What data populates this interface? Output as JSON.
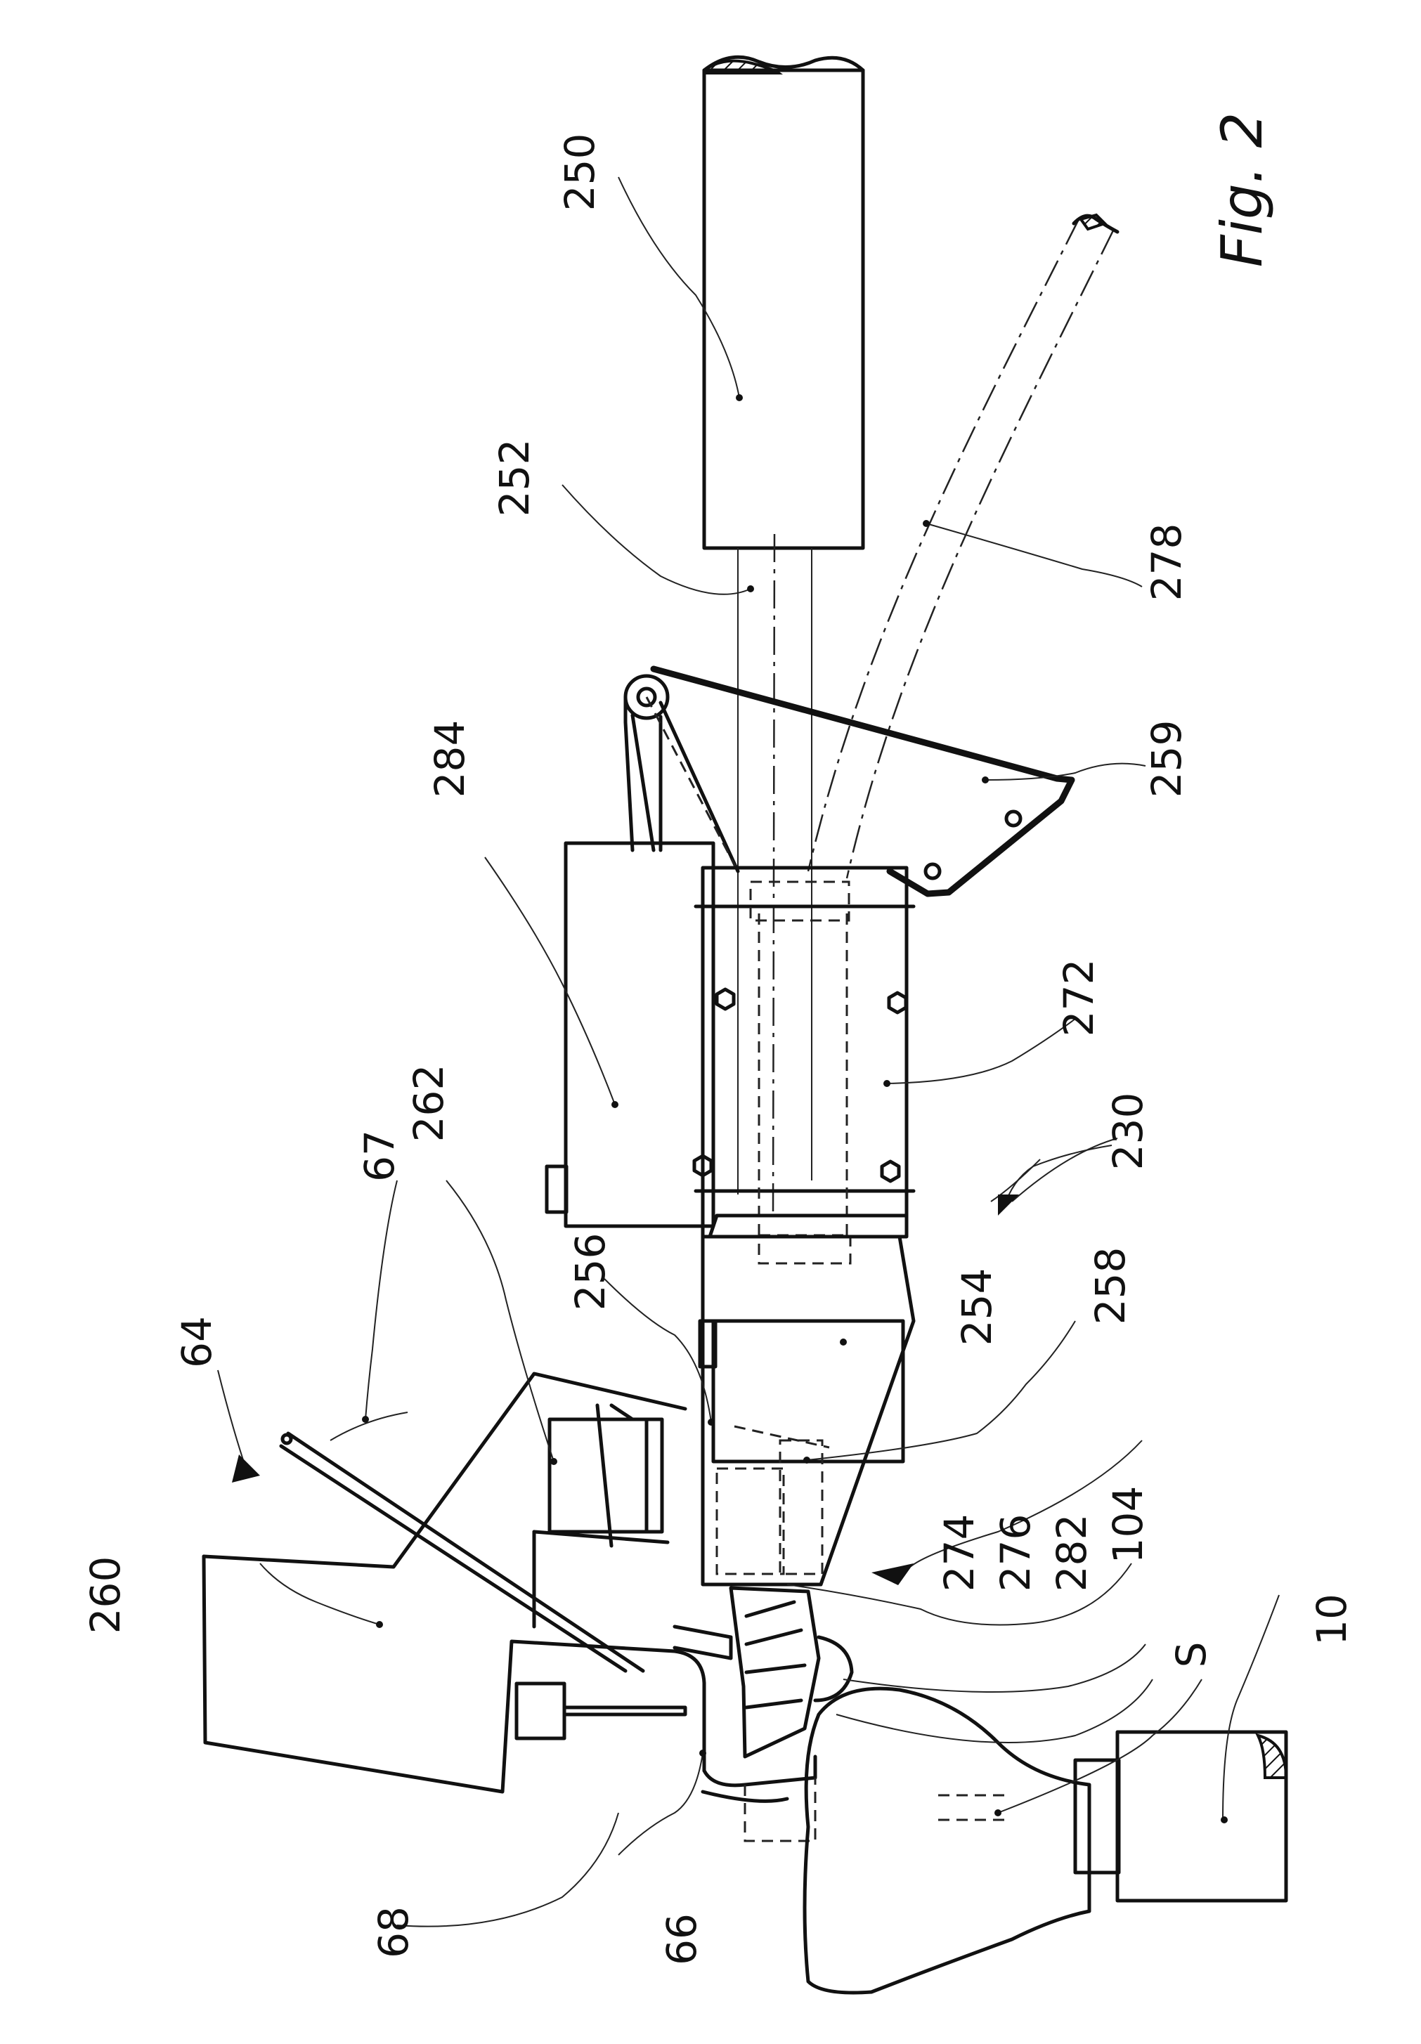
{
  "figure": {
    "title": "Fig. 2"
  },
  "labels": {
    "l250": "250",
    "l252": "252",
    "l278": "278",
    "l284": "284",
    "l259": "259",
    "l272": "272",
    "l230": "230",
    "l262": "262",
    "l256": "256",
    "l254": "254",
    "l258": "258",
    "l67": "67",
    "l64": "64",
    "l274": "274",
    "l276": "276",
    "l282": "282",
    "l104": "104",
    "l10": "10",
    "lS": "S",
    "l260": "260",
    "l68": "68",
    "l66": "66"
  }
}
